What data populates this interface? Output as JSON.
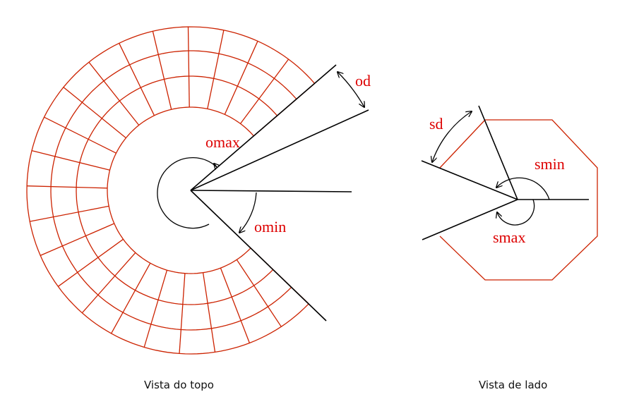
{
  "colors": {
    "grid": "#cc2200",
    "axis": "#000000",
    "label": "#dd0000"
  },
  "labels": {
    "od": "od",
    "omax": "omax",
    "omin": "omin",
    "sd": "sd",
    "smin": "smin",
    "smax": "smax"
  },
  "captions": {
    "top_view": "Vista do topo",
    "side_view": "Vista de lado"
  }
}
